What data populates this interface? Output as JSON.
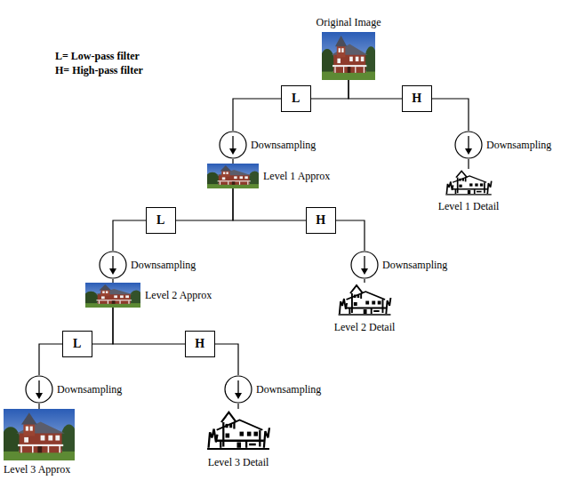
{
  "diagram": {
    "nodes": [
      {
        "text": [
          "Original Image"
        ]
      },
      {
        "text": [
          "L"
        ]
      },
      {
        "text": [
          "H"
        ]
      },
      {
        "text": [
          "Downsampling"
        ]
      },
      {
        "text": [
          "Downsampling"
        ]
      },
      {
        "text": [
          "Level 1 Approx"
        ]
      },
      {
        "text": [
          "Level 1 Detail"
        ]
      },
      {
        "text": [
          "L"
        ]
      },
      {
        "text": [
          "H"
        ]
      },
      {
        "text": [
          "Downsampling"
        ]
      },
      {
        "text": [
          "Downsampling"
        ]
      },
      {
        "text": [
          "Level 2 Approx"
        ]
      },
      {
        "text": [
          "Level 2 Detail"
        ]
      },
      {
        "text": [
          "L"
        ]
      },
      {
        "text": [
          "H"
        ]
      },
      {
        "text": [
          "Downsampling"
        ]
      },
      {
        "text": [
          "Downsampling"
        ]
      },
      {
        "text": [
          "Level 3 Approx"
        ]
      },
      {
        "text": [
          "Level 3 Detail"
        ]
      }
    ],
    "edges": [
      {
        "from": 0,
        "to": 1,
        "arrow": "none"
      },
      {
        "from": 0,
        "to": 2,
        "arrow": "none"
      },
      {
        "from": 1,
        "to": 3,
        "arrow": "none"
      },
      {
        "from": 3,
        "to": 5,
        "arrow": "none"
      },
      {
        "from": 2,
        "to": 4,
        "arrow": "none"
      },
      {
        "from": 4,
        "to": 6,
        "arrow": "none"
      },
      {
        "from": 5,
        "to": 7,
        "arrow": "none"
      },
      {
        "from": 5,
        "to": 8,
        "arrow": "none"
      },
      {
        "from": 7,
        "to": 9,
        "arrow": "none"
      },
      {
        "from": 9,
        "to": 11,
        "arrow": "none"
      },
      {
        "from": 8,
        "to": 10,
        "arrow": "none"
      },
      {
        "from": 10,
        "to": 12,
        "arrow": "none"
      },
      {
        "from": 11,
        "to": 13,
        "arrow": "none"
      },
      {
        "from": 11,
        "to": 14,
        "arrow": "none"
      },
      {
        "from": 13,
        "to": 15,
        "arrow": "none"
      },
      {
        "from": 15,
        "to": 17,
        "arrow": "none"
      },
      {
        "from": 14,
        "to": 16,
        "arrow": "none"
      },
      {
        "from": 16,
        "to": 18,
        "arrow": "none"
      }
    ],
    "labels": [
      "L= Low-pass filter",
      "H= High-pass filter"
    ]
  }
}
